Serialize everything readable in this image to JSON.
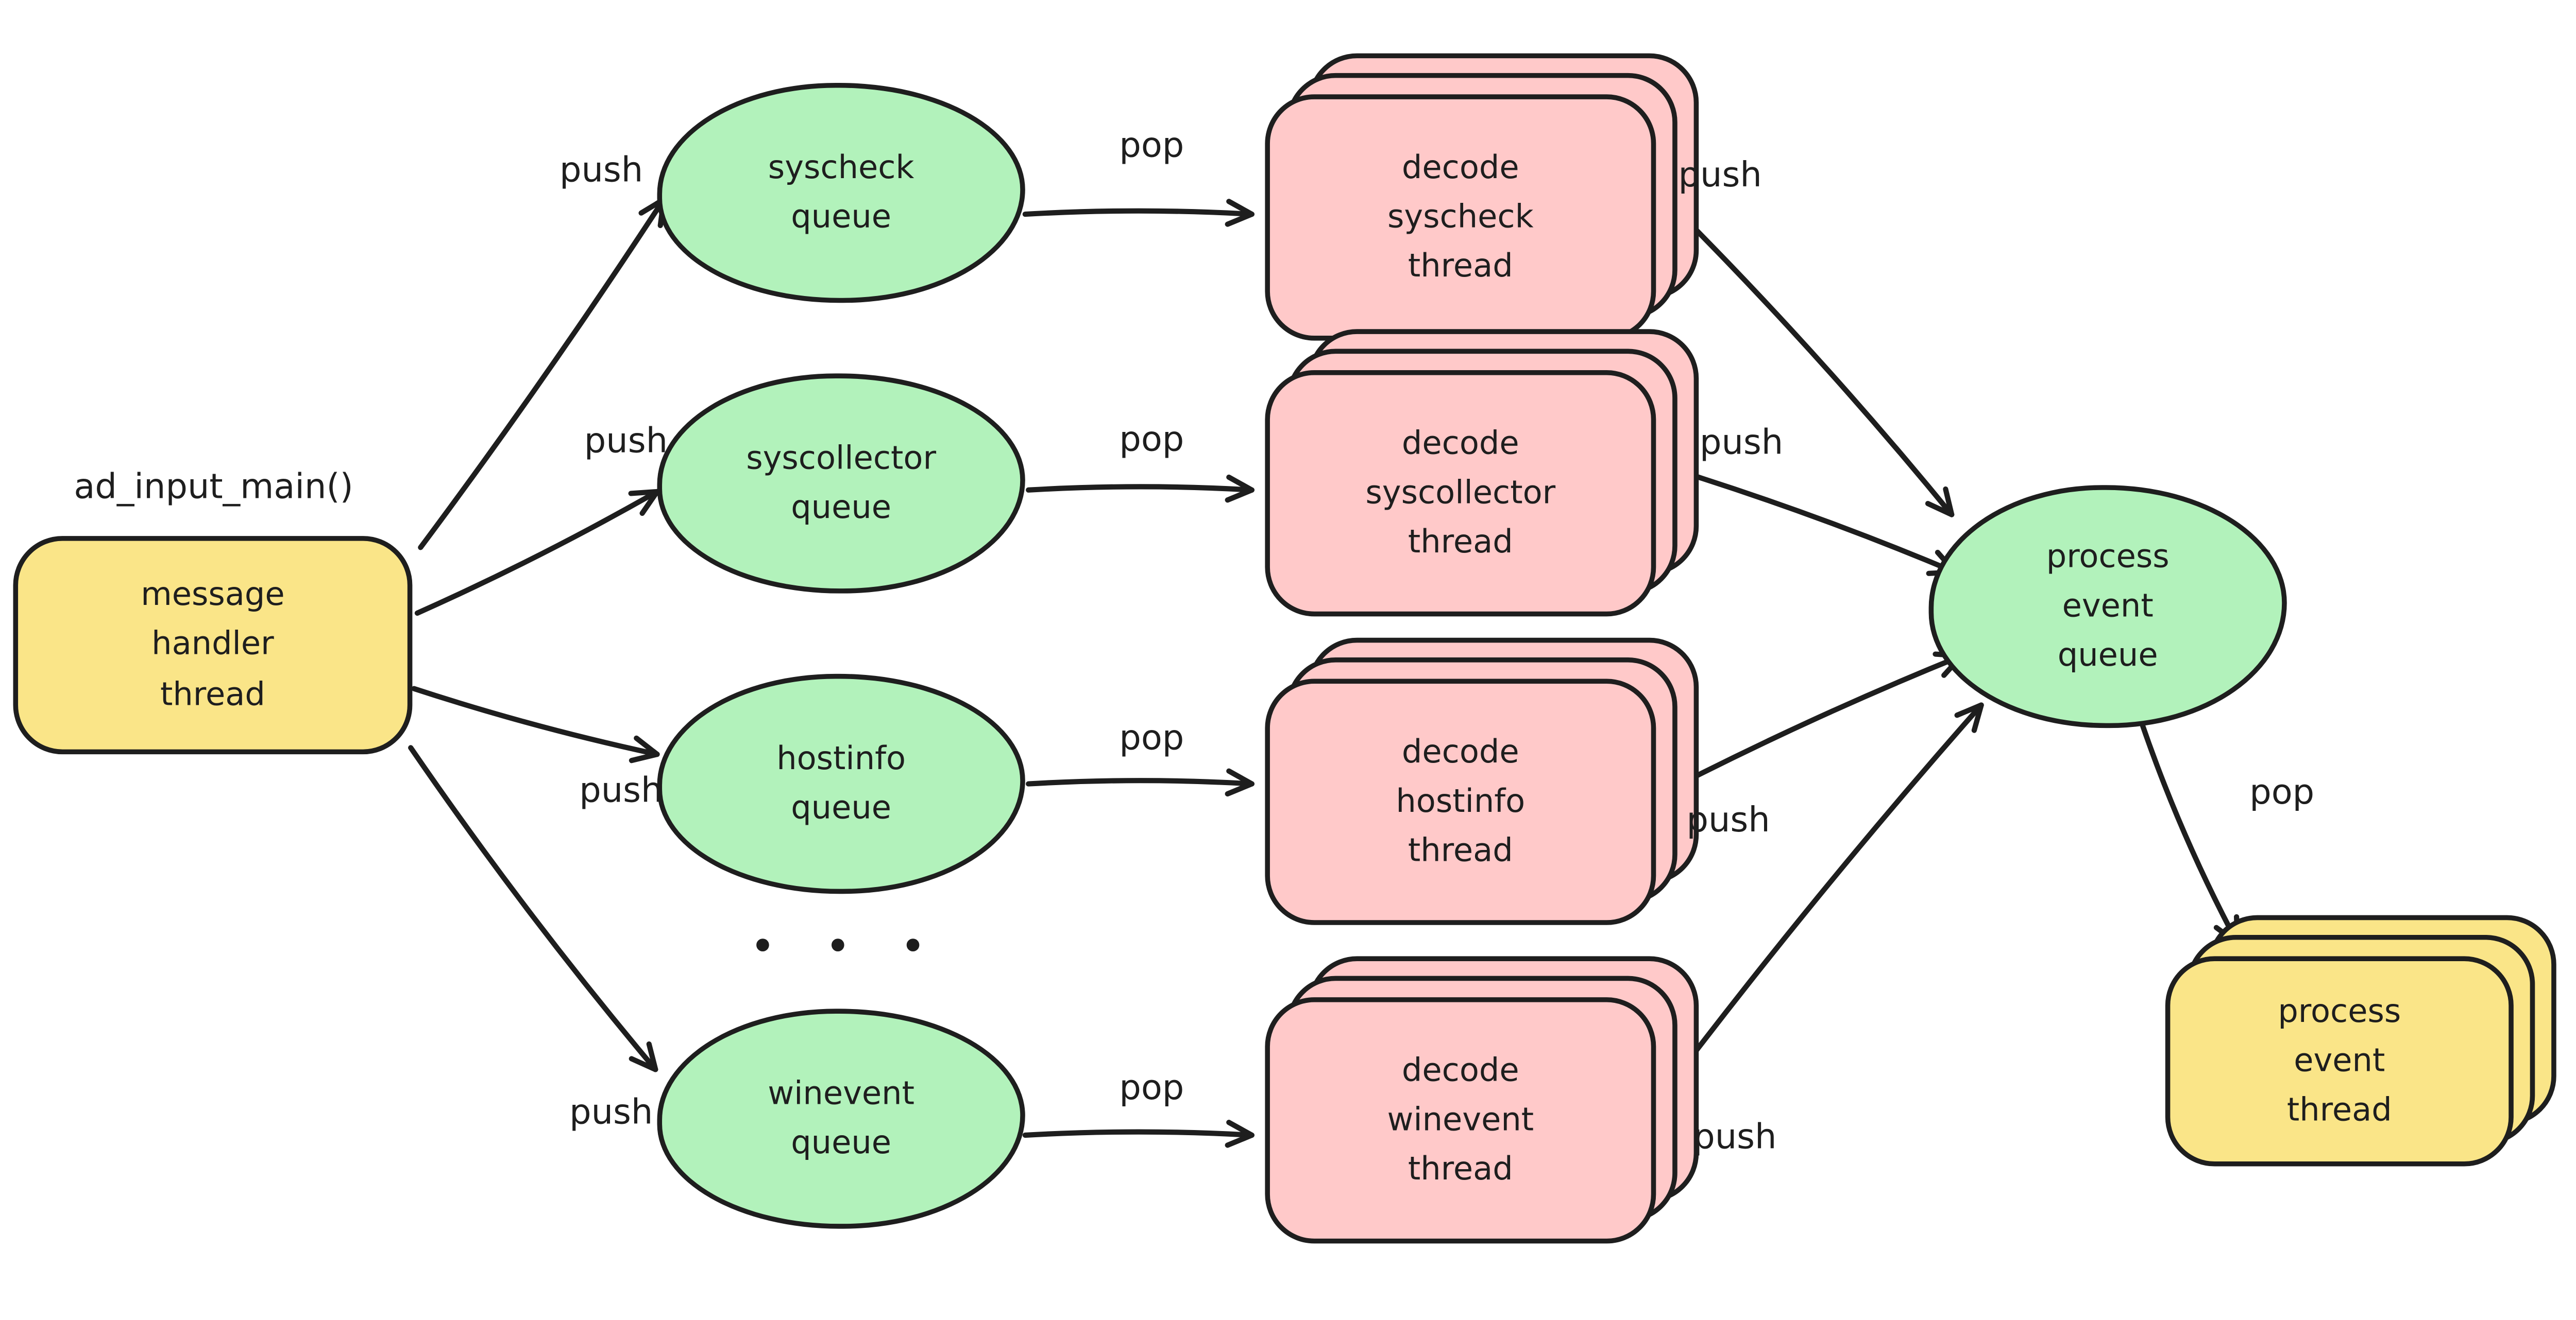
{
  "diagram": {
    "annotation": "ad_input_main()",
    "colors": {
      "background": "#ffffff",
      "stroke": "#1e1e1e",
      "handler_fill": "#fae588",
      "queue_fill": "#b2f2bb",
      "decoder_fill": "#ffc9c9"
    },
    "handler": {
      "label": "message\nhandler\nthread"
    },
    "queues": [
      {
        "label": "syscheck\nqueue"
      },
      {
        "label": "syscollector\nqueue"
      },
      {
        "label": "hostinfo\nqueue"
      },
      {
        "label": "winevent\nqueue"
      }
    ],
    "ellipsis": "• • •",
    "decoders": [
      {
        "label": "decode\nsyscheck\nthread"
      },
      {
        "label": "decode\nsyscollector\nthread"
      },
      {
        "label": "decode\nhostinfo\nthread"
      },
      {
        "label": "decode\nwinevent\nthread"
      }
    ],
    "process_queue": {
      "label": "process\nevent\nqueue"
    },
    "process_thread": {
      "label": "process\nevent\nthread"
    },
    "edge_labels": {
      "left_push": [
        "push",
        "push",
        "push",
        "push"
      ],
      "mid_pop": [
        "pop",
        "pop",
        "pop",
        "pop"
      ],
      "right_push": [
        "push",
        "push",
        "push",
        "push"
      ],
      "final_pop": "pop"
    }
  }
}
